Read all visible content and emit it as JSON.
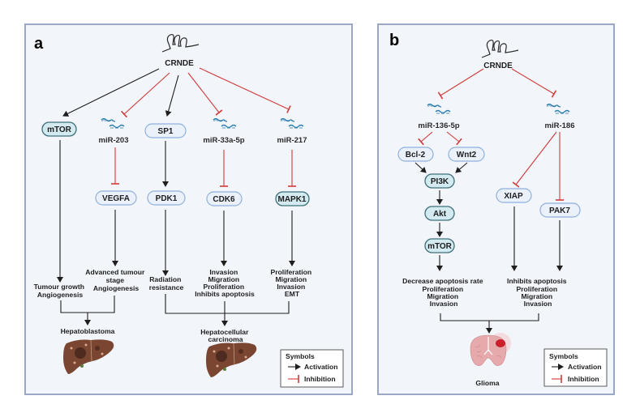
{
  "panels": {
    "a": {
      "label": "a",
      "source": "CRNDE",
      "mirnas": [
        "miR-203",
        "miR-33a-5p",
        "miR-217"
      ],
      "nodes": {
        "mTOR": "mTOR",
        "SP1": "SP1",
        "VEGFA": "VEGFA",
        "PDK1": "PDK1",
        "CDK6": "CDK6",
        "MAPK1": "MAPK1"
      },
      "outcomes": [
        [
          "Tumour growth",
          "Angiogenesis"
        ],
        [
          "Advanced tumour",
          "stage",
          "Angiogenesis"
        ],
        [
          "Radiation",
          "resistance"
        ],
        [
          "Invasion",
          "Migration",
          "Proliferation",
          "Inhibits apoptosis"
        ],
        [
          "Proliferation",
          "Migration",
          "Invasion",
          "EMT"
        ]
      ],
      "diseases": {
        "hepatoblastoma": "Hepatoblastoma",
        "hcc_line1": "Hepatocellular",
        "hcc_line2": "carcinoma"
      },
      "legend": {
        "title": "Symbols",
        "activation": "Activation",
        "inhibition": "Inhibition"
      },
      "edges": [
        {
          "from": "CRNDE",
          "to": "mTOR",
          "type": "activation"
        },
        {
          "from": "CRNDE",
          "to": "miR-203",
          "type": "inhibition"
        },
        {
          "from": "CRNDE",
          "to": "SP1",
          "type": "activation"
        },
        {
          "from": "CRNDE",
          "to": "miR-33a-5p",
          "type": "inhibition"
        },
        {
          "from": "CRNDE",
          "to": "miR-217",
          "type": "inhibition"
        },
        {
          "from": "miR-203",
          "to": "VEGFA",
          "type": "inhibition"
        },
        {
          "from": "SP1",
          "to": "PDK1",
          "type": "activation"
        },
        {
          "from": "miR-33a-5p",
          "to": "CDK6",
          "type": "inhibition"
        },
        {
          "from": "miR-217",
          "to": "MAPK1",
          "type": "inhibition"
        }
      ]
    },
    "b": {
      "label": "b",
      "source": "CRNDE",
      "mirnas": [
        "miR-136-5p",
        "miR-186"
      ],
      "nodes": {
        "Bcl2": "Bcl-2",
        "Wnt2": "Wnt2",
        "PI3K": "PI3K",
        "Akt": "Akt",
        "mTOR": "mTOR",
        "XIAP": "XIAP",
        "PAK7": "PAK7"
      },
      "outcomes": [
        [
          "Decrease apoptosis rate",
          "Proliferation",
          "Migration",
          "Invasion"
        ],
        [
          "Inhibits apoptosis",
          "Proliferation",
          "Migration",
          "Invasion"
        ]
      ],
      "disease": "Glioma",
      "legend": {
        "title": "Symbols",
        "activation": "Activation",
        "inhibition": "Inhibition"
      },
      "edges": [
        {
          "from": "CRNDE",
          "to": "miR-136-5p",
          "type": "inhibition"
        },
        {
          "from": "CRNDE",
          "to": "miR-186",
          "type": "inhibition"
        },
        {
          "from": "miR-136-5p",
          "to": "Bcl-2",
          "type": "inhibition"
        },
        {
          "from": "miR-136-5p",
          "to": "Wnt2",
          "type": "inhibition"
        },
        {
          "from": "Bcl-2",
          "to": "PI3K",
          "type": "activation"
        },
        {
          "from": "Wnt2",
          "to": "PI3K",
          "type": "activation"
        },
        {
          "from": "PI3K",
          "to": "Akt",
          "type": "activation"
        },
        {
          "from": "Akt",
          "to": "mTOR",
          "type": "activation"
        },
        {
          "from": "miR-186",
          "to": "XIAP",
          "type": "inhibition"
        },
        {
          "from": "miR-186",
          "to": "PAK7",
          "type": "inhibition"
        }
      ]
    }
  },
  "colors": {
    "activation": "#1e1e1e",
    "inhibition": "#d23a3a",
    "panel_bg": "#f2f5fa",
    "panel_border": "#9aa8c6",
    "node_light_fill": "#eaf1fb",
    "node_light_stroke": "#8fb0dc",
    "node_teal_fill": "#d3eaf0",
    "node_teal_stroke": "#3e6f7c",
    "mirna": "#2d7fb0"
  }
}
